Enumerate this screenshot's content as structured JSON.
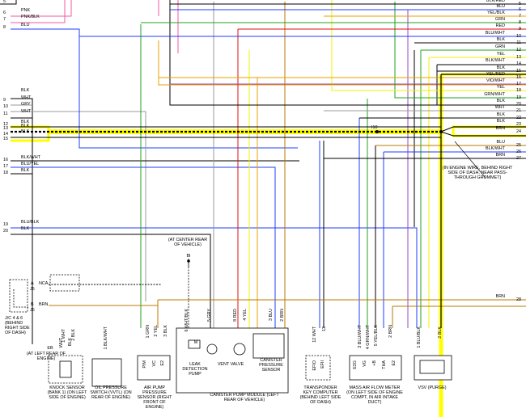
{
  "left_wires": [
    {
      "num": "5",
      "color": "BLK/RED"
    },
    {
      "num": "6",
      "color": "PNK"
    },
    {
      "num": "7",
      "color": "PNK/BLK"
    },
    {
      "num": "8",
      "color": "BLU"
    },
    {
      "num": "",
      "color": "BLK"
    },
    {
      "num": "9",
      "color": "WHT"
    },
    {
      "num": "10",
      "color": "GRY"
    },
    {
      "num": "11",
      "color": "WHT"
    },
    {
      "num": "12",
      "color": "BLK"
    },
    {
      "num": "13",
      "color": "BLK"
    },
    {
      "num": "14",
      "color": "BLK"
    },
    {
      "num": "15",
      "color": ""
    },
    {
      "num": "16",
      "color": "BLK/WHT"
    },
    {
      "num": "17",
      "color": "BLU/YEL"
    },
    {
      "num": "18",
      "color": "BLK"
    },
    {
      "num": "19",
      "color": "BLU/BLK"
    },
    {
      "num": "20",
      "color": "BLK"
    }
  ],
  "right_wires": [
    {
      "num": "5",
      "color": "BLK/RED"
    },
    {
      "num": "6",
      "color": "BLU"
    },
    {
      "num": "7",
      "color": "YEL/BLK"
    },
    {
      "num": "8",
      "color": "GRN"
    },
    {
      "num": "9",
      "color": "RED"
    },
    {
      "num": "10",
      "color": "BLU/WHT"
    },
    {
      "num": "11",
      "color": "BLK"
    },
    {
      "num": "12",
      "color": "GRN"
    },
    {
      "num": "13",
      "color": "YEL"
    },
    {
      "num": "14",
      "color": "BLK/WHT"
    },
    {
      "num": "15",
      "color": "BLK"
    },
    {
      "num": "16",
      "color": "YEL/RED"
    },
    {
      "num": "17",
      "color": "VIO/WHT"
    },
    {
      "num": "18",
      "color": "YEL"
    },
    {
      "num": "19",
      "color": "GRN/WHT"
    },
    {
      "num": "20",
      "color": "BLK"
    },
    {
      "num": "21",
      "color": "WHT"
    },
    {
      "num": "22",
      "color": "BLK"
    },
    {
      "num": "23",
      "color": "BLK"
    },
    {
      "num": "24",
      "color": "BRN"
    },
    {
      "num": "25",
      "color": "BLU"
    },
    {
      "num": "26",
      "color": "BLK/WHT"
    },
    {
      "num": "27",
      "color": "BRN"
    },
    {
      "num": "28",
      "color": "BRN"
    }
  ],
  "splice_label": "I10",
  "engine_wire_note": "(IN ENGINE WIRE, BEHIND RIGHT SIDE OF DASH, NEAR PASS-THROUGH GROMMET)",
  "ground_note": {
    "location": "(AT CENTER REAR OF VEHICLE)",
    "id": "BI"
  },
  "jc": {
    "pin_a": "A",
    "pin_b": "B",
    "nca": "NCA",
    "brn": "BRN",
    "ja": "J5",
    "jb": "J6",
    "label": "J/C 4 & 6 (BEHIND RIGHT SIDE OF DASH)"
  },
  "eb": {
    "id": "EB",
    "note": "(AT LEFT REAR OF ENGINE)",
    "wht": "WHT",
    "blk": "BLK"
  },
  "components": [
    {
      "key": "knock",
      "pins": [
        "1",
        "2"
      ],
      "colors": [
        "WHT",
        "BLK"
      ],
      "label": "KNOCK SENSOR (BANK 1) (ON LEFT SIDE OF ENGINE)"
    },
    {
      "key": "oil",
      "pins": [
        "1"
      ],
      "colors": [
        "BLK/WHT"
      ],
      "label": "OIL PRESSURE SWITCH (VVTL) (ON REAR OF ENGINE)"
    },
    {
      "key": "airpump",
      "pins": [
        "1",
        "2",
        "3"
      ],
      "colors": [
        "GRN",
        "YEL",
        "BLK"
      ],
      "terms": [
        "PIM",
        "VC",
        "E2"
      ],
      "label": "AIR PUMP PRESSURE SENSOR (RIGHT FRONT OF ENGINE)"
    },
    {
      "key": "canister",
      "pins": [
        "6",
        "5",
        "8",
        "4",
        "3",
        "2"
      ],
      "colors": [
        "WHT/BLK",
        "GRY",
        "RED",
        "YEL",
        "BLU",
        "BRN"
      ],
      "motor": "M",
      "leak": "LEAK DETECTION PUMP",
      "vent": "VENT VALVE",
      "sensor": "CANISTER PRESSURE SENSOR",
      "label": "CANISTER PUMP MODULE (LEFT REAR OF VEHICLE)"
    },
    {
      "key": "transponder",
      "pins": [
        "12",
        "13"
      ],
      "colors": [
        "WHT"
      ],
      "terms": [
        "EFIO",
        "EFII"
      ],
      "label": "TRANSPONDER KEY COMPUTER (BEHIND LEFT SIDE OF DASH)"
    },
    {
      "key": "maf",
      "pins": [
        "3",
        "4",
        "5",
        "2"
      ],
      "colors": [
        "BLU/WHT",
        "GRN/WHT",
        "YEL/BLK",
        "BRN"
      ],
      "terms": [
        "E2G",
        "VG",
        "+B",
        "THA",
        "E2"
      ],
      "label": "MASS AIR FLOW METER (ON LEFT SIDE OF ENGINE COMPT, IN AIR INTAKE DUCT)"
    },
    {
      "key": "vsv",
      "pins": [
        "1",
        "2"
      ],
      "colors": [
        "BLU/BLK",
        "BLK"
      ],
      "label": "VSV (PURGE)"
    }
  ],
  "colors": {
    "highlight": "#ffff00",
    "pink": "#f05aa0",
    "blue": "#1f3cff",
    "green": "#21a021",
    "red": "#e01010",
    "yellow": "#f0f000",
    "orange": "#e8a000",
    "brown": "#b87800",
    "violet": "#9a4ac0",
    "gray": "#999999",
    "black": "#000000"
  }
}
